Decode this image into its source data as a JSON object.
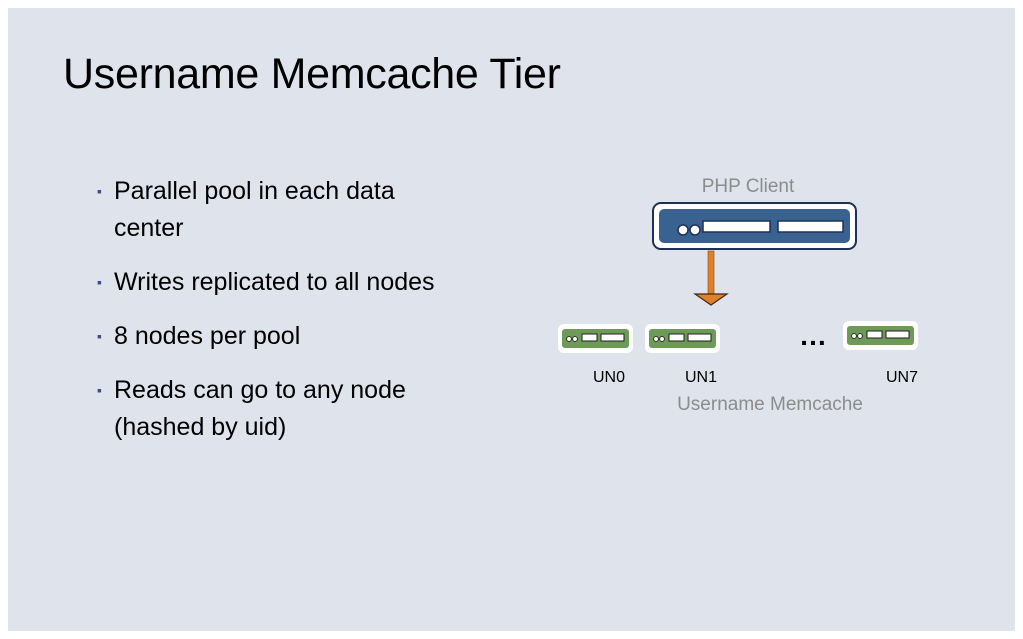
{
  "slide": {
    "title": "Username Memcache Tier",
    "bullets": [
      {
        "marker": "▪",
        "text": "Parallel pool in each data center"
      },
      {
        "marker": "▪",
        "text": "Writes replicated to all nodes"
      },
      {
        "marker": "▪",
        "text": "8 nodes per pool"
      },
      {
        "marker": "▪",
        "text": "Reads can go to any node (hashed by uid)"
      }
    ]
  },
  "diagram": {
    "client_label": "PHP Client",
    "pool_label": "Username Memcache",
    "ellipsis": "…",
    "nodes": [
      {
        "label": "UN0"
      },
      {
        "label": "UN1"
      },
      {
        "label": "UN7"
      }
    ],
    "colors": {
      "server_border": "#1e3057",
      "server_face": "#3a6290",
      "node_accent": "#6d9a56",
      "arrow": "#e0802a",
      "muted_label": "#8c8c8c"
    }
  }
}
